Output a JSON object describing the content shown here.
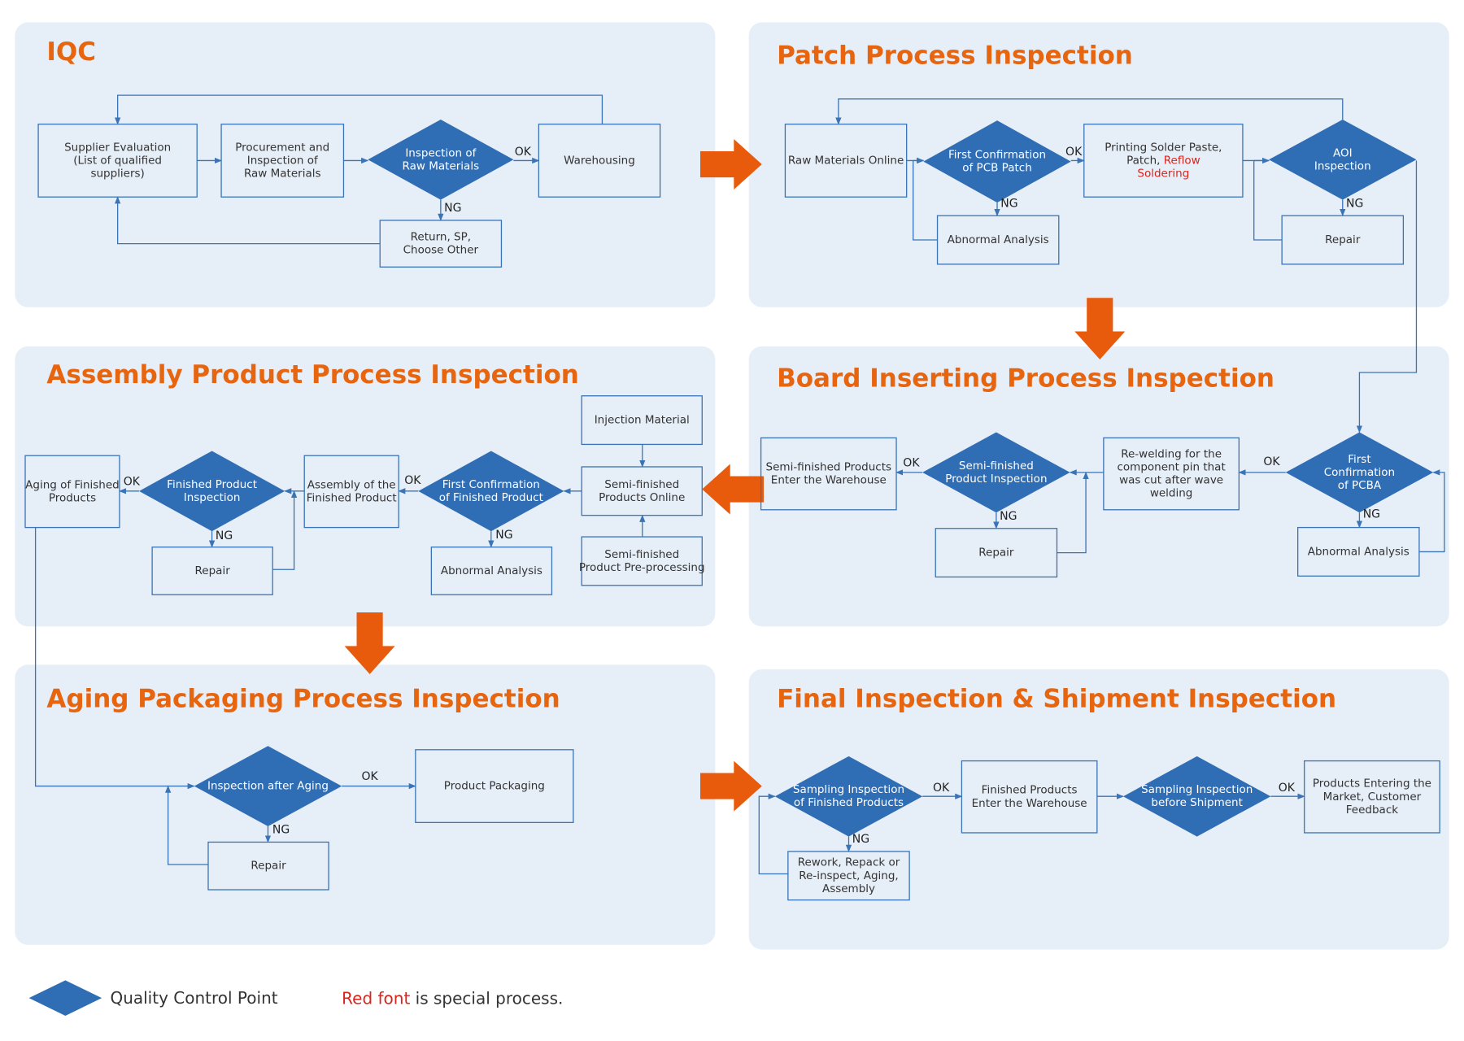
{
  "colors": {
    "panel": "#e6eef7",
    "box_stroke": "#3a74b6",
    "diamond": "#2f6db5",
    "connector": "#3a74b6",
    "title": "#e8650f",
    "big_arrow": "#e85a0c",
    "special": "#d9241c"
  },
  "sections": {
    "iqc": {
      "title": "IQC",
      "nodes": {
        "supplier": [
          "Supplier Evaluation",
          "(List of qualified",
          "suppliers)"
        ],
        "procurement": [
          "Procurement and",
          "Inspection of",
          "Raw Materials"
        ],
        "inspection": [
          "Inspection of",
          "Raw Materials"
        ],
        "warehousing": [
          "Warehousing"
        ],
        "return": [
          "Return, SP,",
          "Choose Other"
        ]
      }
    },
    "patch": {
      "title": "Patch Process Inspection",
      "nodes": {
        "raw_online": [
          "Raw Materials Online"
        ],
        "first_conf": [
          "First Confirmation",
          "of PCB Patch"
        ],
        "printing_l1": "Printing Solder Paste,",
        "printing_l2a": "Patch, ",
        "printing_l2b": "Reflow",
        "printing_l3": "Soldering",
        "aoi": [
          "AOI",
          "Inspection"
        ],
        "abnormal": [
          "Abnormal Analysis"
        ],
        "repair": [
          "Repair"
        ]
      }
    },
    "board": {
      "title": "Board Inserting Process Inspection",
      "nodes": {
        "first_pcba": [
          "First",
          "Confirmation",
          "of PCBA"
        ],
        "rewelding": [
          "Re-welding for the",
          "component pin that",
          "was cut after wave",
          "welding"
        ],
        "semi_insp": [
          "Semi-finished",
          "Product Inspection"
        ],
        "semi_wh": [
          "Semi-finished Products",
          "Enter the Warehouse"
        ],
        "repair": [
          "Repair"
        ],
        "abnormal": [
          "Abnormal Analysis"
        ]
      }
    },
    "assembly": {
      "title": "Assembly Product Process Inspection",
      "nodes": {
        "injection": [
          "Injection Material"
        ],
        "semi_online": [
          "Semi-finished",
          "Products Online"
        ],
        "semi_pre": [
          "Semi-finished",
          "Product Pre-processing"
        ],
        "first_fp": [
          "First Confirmation",
          "of Finished Product"
        ],
        "assembly_fp": [
          "Assembly of the",
          "Finished Product"
        ],
        "fp_insp": [
          "Finished Product",
          "Inspection"
        ],
        "aging_fp": [
          "Aging of Finished",
          "Products"
        ],
        "repair": [
          "Repair"
        ],
        "abnormal": [
          "Abnormal Analysis"
        ]
      }
    },
    "aging": {
      "title": "Aging Packaging Process Inspection",
      "nodes": {
        "insp_aging": [
          "Inspection after Aging"
        ],
        "packaging": [
          "Product Packaging"
        ],
        "repair": [
          "Repair"
        ]
      }
    },
    "final": {
      "title": "Final Inspection & Shipment Inspection",
      "nodes": {
        "sampling_fp": [
          "Sampling Inspection",
          "of Finished Products"
        ],
        "fp_wh": [
          "Finished Products",
          "Enter the Warehouse"
        ],
        "sampling_ship": [
          "Sampling Inspection",
          "before Shipment"
        ],
        "market": [
          "Products Entering the",
          "Market, Customer",
          "Feedback"
        ],
        "rework": [
          "Rework, Repack or",
          "Re-inspect, Aging,",
          "Assembly"
        ]
      }
    }
  },
  "edge_labels": {
    "ok": "OK",
    "ng": "NG"
  },
  "legend": {
    "qc_point": "Quality Control Point",
    "special_red": "Red font",
    "special_rest": " is special process."
  }
}
